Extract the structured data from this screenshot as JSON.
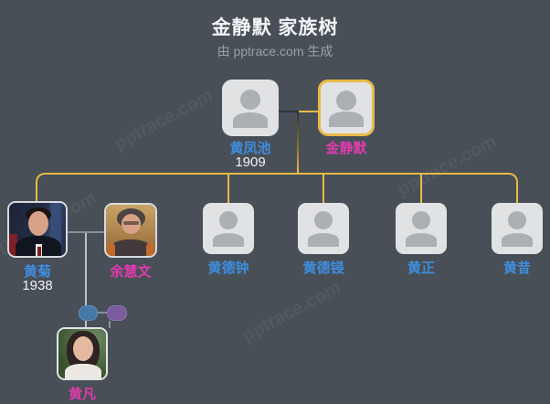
{
  "page": {
    "title": "金静默 家族树",
    "subtitle": "由 pptrace.com 生成",
    "watermark": "pptrace.com"
  },
  "colors": {
    "background": "#484F57",
    "selected_border": "#E8B949",
    "bus_line": "#E8B949",
    "marriage_line_dark": "#2E343B",
    "couple_line_gray": "#8A9099",
    "male_name": "#3E8EDE",
    "female_name": "#E03CAE",
    "year_text": "#F2F3F5",
    "node_placeholder_bg": "#E0E2E4",
    "avatar_glyph": "#ACAFB4",
    "pill_blue": "#4579A8",
    "pill_purple": "#7A5C9E"
  },
  "tree": {
    "father": {
      "name": "黄凤池",
      "year": "1909",
      "gender": "male",
      "photo": "placeholder"
    },
    "mother": {
      "name": "金静默",
      "gender": "female",
      "photo": "placeholder",
      "selected": true
    },
    "children": [
      {
        "name": "黄菊",
        "year": "1938",
        "gender": "male",
        "photo": "portrait-man-dark-suit"
      },
      {
        "name": "黄德钟",
        "gender": "male",
        "photo": "placeholder"
      },
      {
        "name": "黄德锓",
        "gender": "male",
        "photo": "placeholder"
      },
      {
        "name": "黄正",
        "gender": "male",
        "photo": "placeholder"
      },
      {
        "name": "黄昔",
        "gender": "male",
        "photo": "placeholder"
      }
    ],
    "child1_spouse": {
      "name": "余慧文",
      "gender": "female",
      "photo": "portrait-woman-glasses"
    },
    "grandchild": {
      "name": "黄凡",
      "gender": "female",
      "photo": "portrait-young-woman"
    }
  }
}
